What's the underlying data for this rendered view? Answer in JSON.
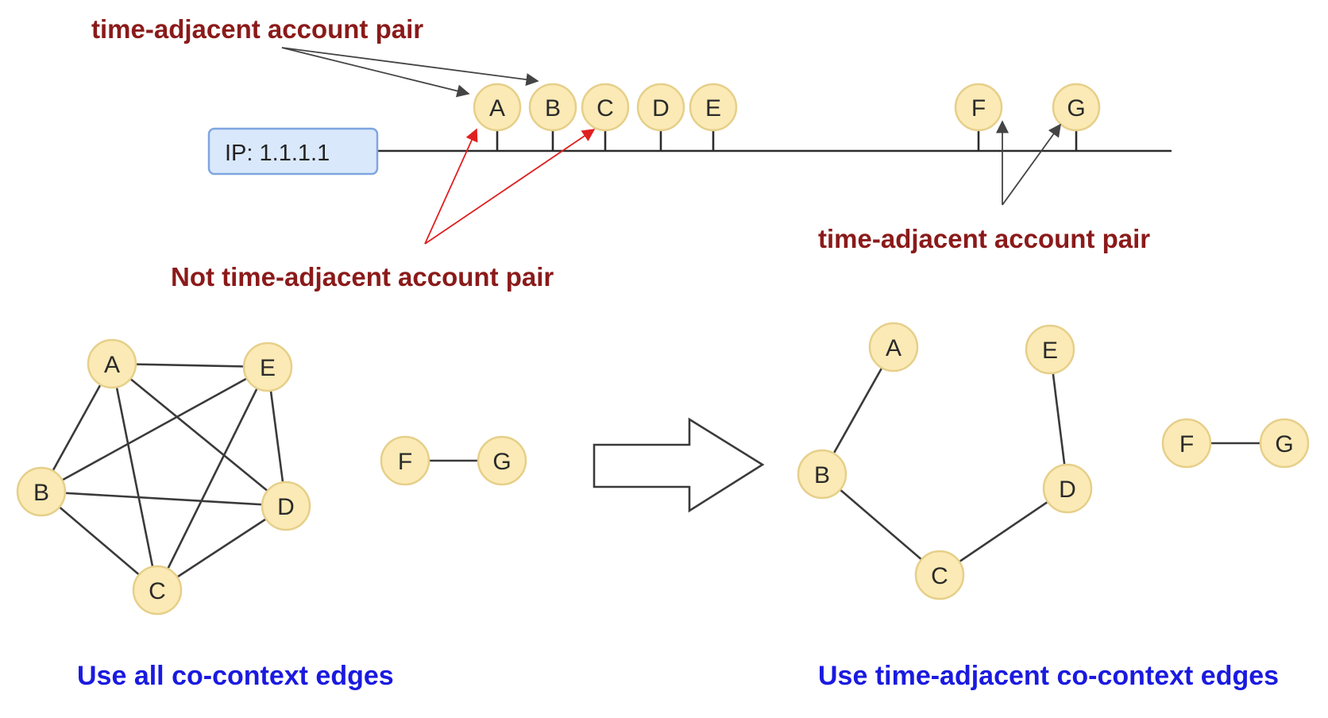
{
  "timeline": {
    "ip_label": "IP: 1.1.1.1",
    "accounts": [
      "A",
      "B",
      "C",
      "D",
      "E",
      "F",
      "G"
    ]
  },
  "annotations": {
    "top_left": "time-adjacent account pair",
    "not_adjacent": "Not time-adjacent account pair",
    "right": "time-adjacent account pair"
  },
  "left_graph": {
    "nodes": [
      "A",
      "E",
      "B",
      "D",
      "C"
    ],
    "pair": [
      "F",
      "G"
    ],
    "caption": "Use all co-context edges"
  },
  "right_graph": {
    "nodes": [
      "A",
      "E",
      "B",
      "D",
      "C"
    ],
    "pair": [
      "F",
      "G"
    ],
    "caption": "Use time-adjacent co-context edges"
  },
  "colors": {
    "annotation_dark_red": "#8b1a1a",
    "caption_blue": "#1a1ae0",
    "node_fill": "#fbeab5",
    "ip_box_fill": "#dae8fc",
    "red_arrow": "#e02020"
  }
}
